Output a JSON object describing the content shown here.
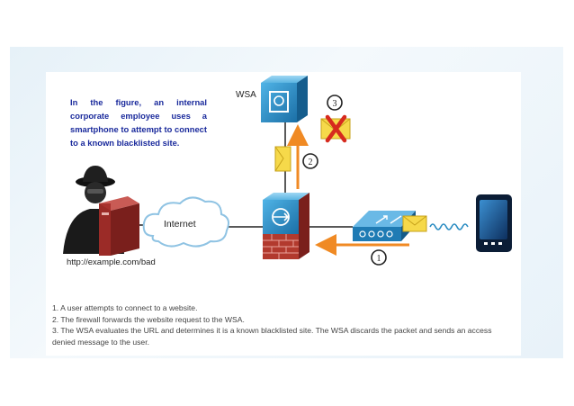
{
  "caption": "In the figure, an internal corporate employee uses a smartphone to attempt to connect to a known blacklisted site.",
  "labels": {
    "wsa": "WSA",
    "internet": "Internet",
    "url": "http://example.com/bad"
  },
  "markers": [
    "1",
    "2",
    "3"
  ],
  "steps": [
    "1. A user attempts to connect to a website.",
    "2. The firewall forwards the website request to the WSA.",
    "3. The WSA evaluates the URL and determines it is a known blacklisted site. The WSA discards the packet and sends an access denied message to the user."
  ],
  "colors": {
    "arrow": "#f08a24",
    "device_blue": "#2a8cc2",
    "firewall_red": "#b23a2e",
    "envelope": "#f6d94a",
    "deny_x": "#d62a1e",
    "caption_text": "#1a2a9c"
  },
  "icons": [
    "hacker-icon",
    "server-icon",
    "cloud-icon",
    "wsa-appliance-icon",
    "firewall-icon",
    "wireless-access-point-icon",
    "smartphone-icon",
    "envelope-icon",
    "deny-x-icon"
  ]
}
